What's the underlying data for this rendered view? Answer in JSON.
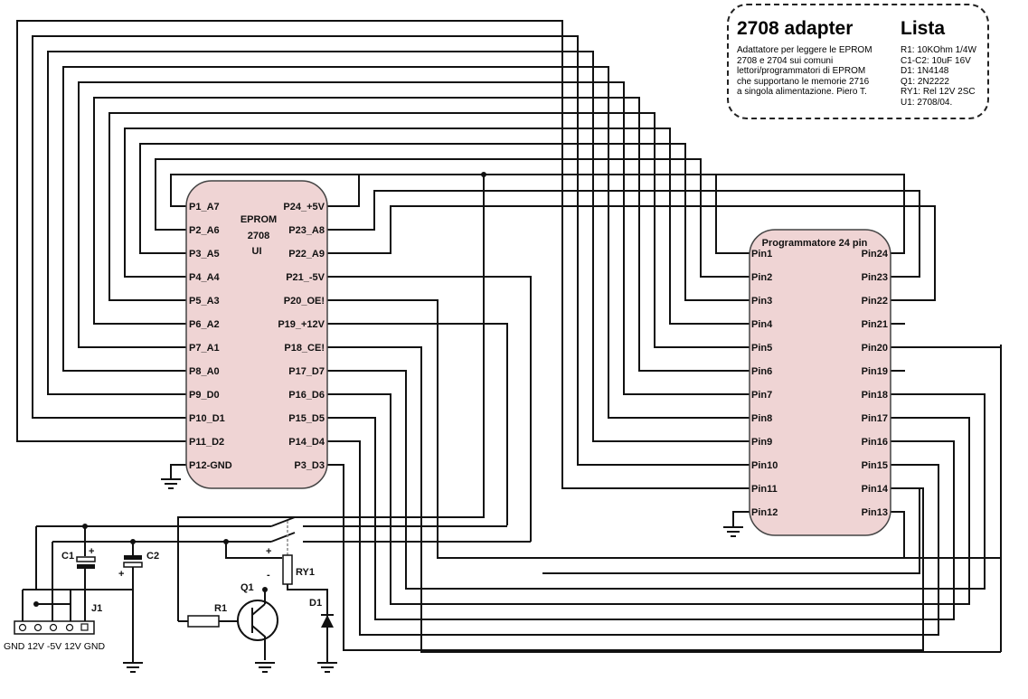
{
  "note": {
    "title": "2708 adapter",
    "description_lines": [
      "Adattatore per leggere le EPROM",
      "2708 e 2704 sui comuni",
      "lettori/programmatori di EPROM",
      "che supportano le memorie 2716",
      "a singola alimentazione. Piero T."
    ],
    "list_title": "Lista",
    "list": [
      "R1: 10KOhm 1/4W",
      "C1-C2: 10uF 16V",
      "D1: 1N4148",
      "Q1: 2N2222",
      "RY1: Rel 12V 2SC",
      "U1: 2708/04."
    ]
  },
  "eprom": {
    "title_lines": [
      "EPROM",
      "2708",
      "UI"
    ],
    "left_pins": [
      "P1_A7",
      "P2_A6",
      "P3_A5",
      "P4_A4",
      "P5_A3",
      "P6_A2",
      "P7_A1",
      "P8_A0",
      "P9_D0",
      "P10_D1",
      "P11_D2",
      "P12-GND"
    ],
    "right_pins": [
      "P24_+5V",
      "P23_A8",
      "P22_A9",
      "P21_-5V",
      "P20_OE!",
      "P19_+12V",
      "P18_CE!",
      "P17_D7",
      "P16_D6",
      "P15_D5",
      "P14_D4",
      "P3_D3"
    ]
  },
  "programmer": {
    "title": "Programmatore 24 pin",
    "left_pins": [
      "Pin1",
      "Pin2",
      "Pin3",
      "Pin4",
      "Pin5",
      "Pin6",
      "Pin7",
      "Pin8",
      "Pin9",
      "Pin10",
      "Pin11",
      "Pin12"
    ],
    "right_pins": [
      "Pin24",
      "Pin23",
      "Pin22",
      "Pin21",
      "Pin20",
      "Pin19",
      "Pin18",
      "Pin17",
      "Pin16",
      "Pin15",
      "Pin14",
      "Pin13"
    ]
  },
  "components": {
    "c1": "C1",
    "c2": "C2",
    "j1": "J1",
    "r1": "R1",
    "q1": "Q1",
    "d1": "D1",
    "ry1": "RY1",
    "plus": "+",
    "minus": "-"
  },
  "connector_labels": "GND 12V -5V 12V GND",
  "colors": {
    "chip_fill": "#efd4d4",
    "wire": "#111111"
  }
}
